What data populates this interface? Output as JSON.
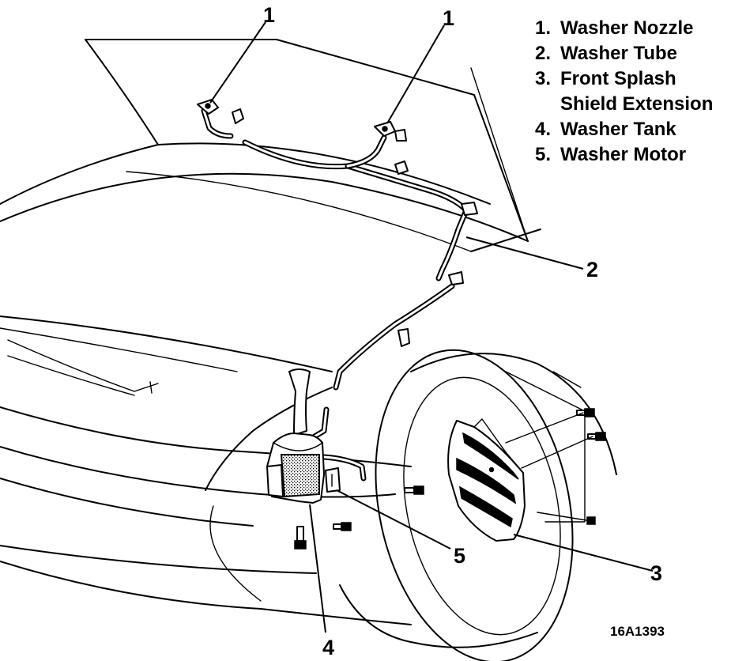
{
  "legend": {
    "items": [
      {
        "number": "1.",
        "label": "Washer Nozzle",
        "label_cont": ""
      },
      {
        "number": "2.",
        "label": "Washer Tube",
        "label_cont": ""
      },
      {
        "number": "3.",
        "label": "Front Splash",
        "label_cont": "Shield Extension"
      },
      {
        "number": "4.",
        "label": "Washer Tank",
        "label_cont": ""
      },
      {
        "number": "5.",
        "label": "Washer Motor",
        "label_cont": ""
      }
    ]
  },
  "callouts": {
    "nozzle_left": "1",
    "nozzle_right": "1",
    "tube": "2",
    "splash_shield": "3",
    "tank": "4",
    "motor": "5"
  },
  "figure_code": "16A1393"
}
